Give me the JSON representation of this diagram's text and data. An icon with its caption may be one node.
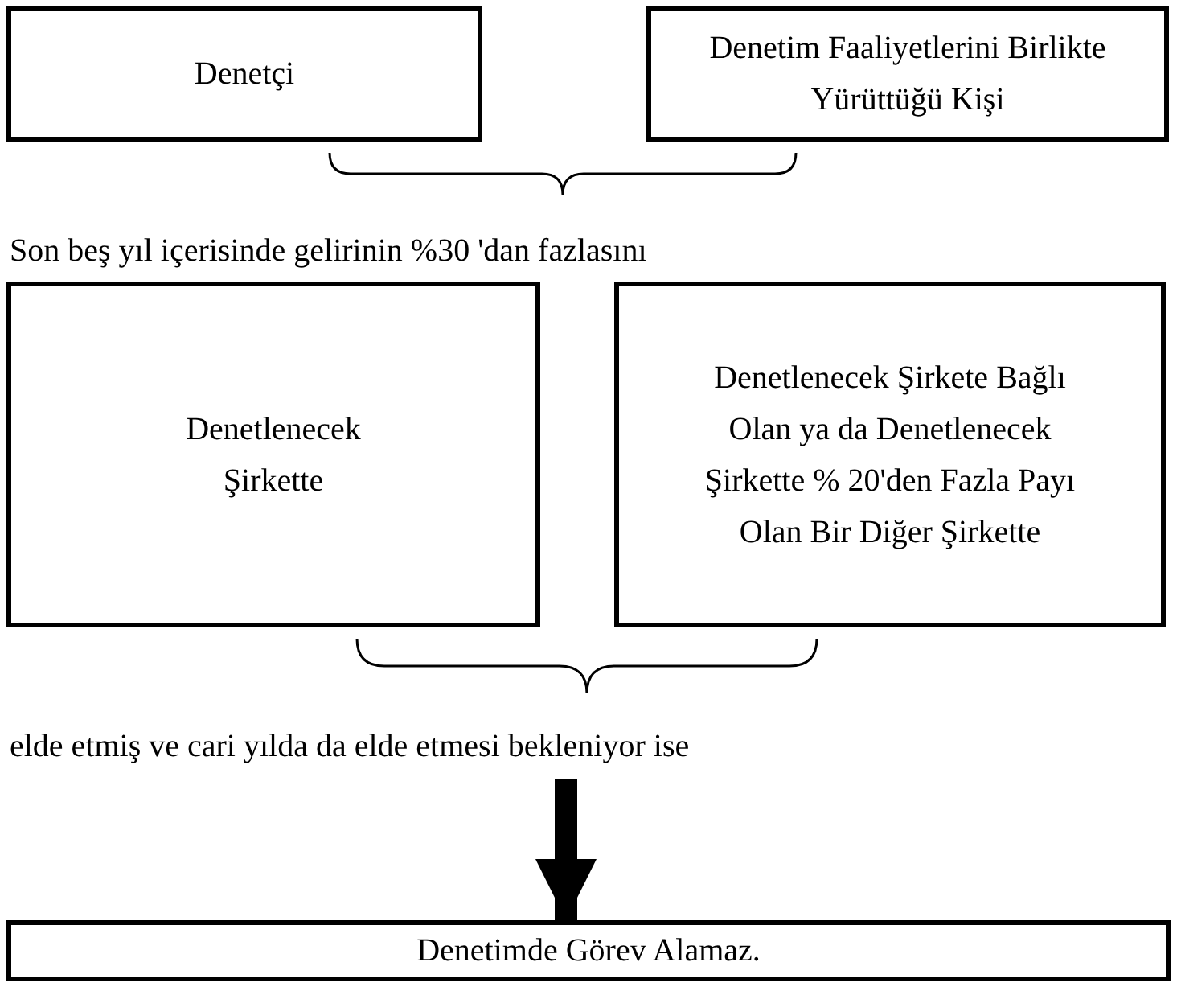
{
  "diagram": {
    "nodes": [
      {
        "text": [
          "Denetçi"
        ]
      },
      {
        "text": [
          "Denetim Faaliyetlerini Birlikte Yürüttüğü Kişi"
        ]
      },
      {
        "text": [
          "Son beş yıl içerisinde gelirinin %30 'dan fazlasını"
        ]
      },
      {
        "text": [
          "Denetlenecek Şirkette"
        ]
      },
      {
        "text": [
          "Denetlenecek Şirkete Bağlı Olan ya da Denetlenecek Şirkette % 20'den Fazla Payı Olan Bir Diğer Şirkette"
        ]
      },
      {
        "text": [
          "elde etmiş ve cari yılda da elde etmesi bekleniyor ise"
        ]
      },
      {
        "text": [
          "Denetimde Görev Alamaz."
        ]
      }
    ],
    "edges": [
      {
        "from": 5,
        "to": 6,
        "arrow": "to"
      }
    ]
  }
}
